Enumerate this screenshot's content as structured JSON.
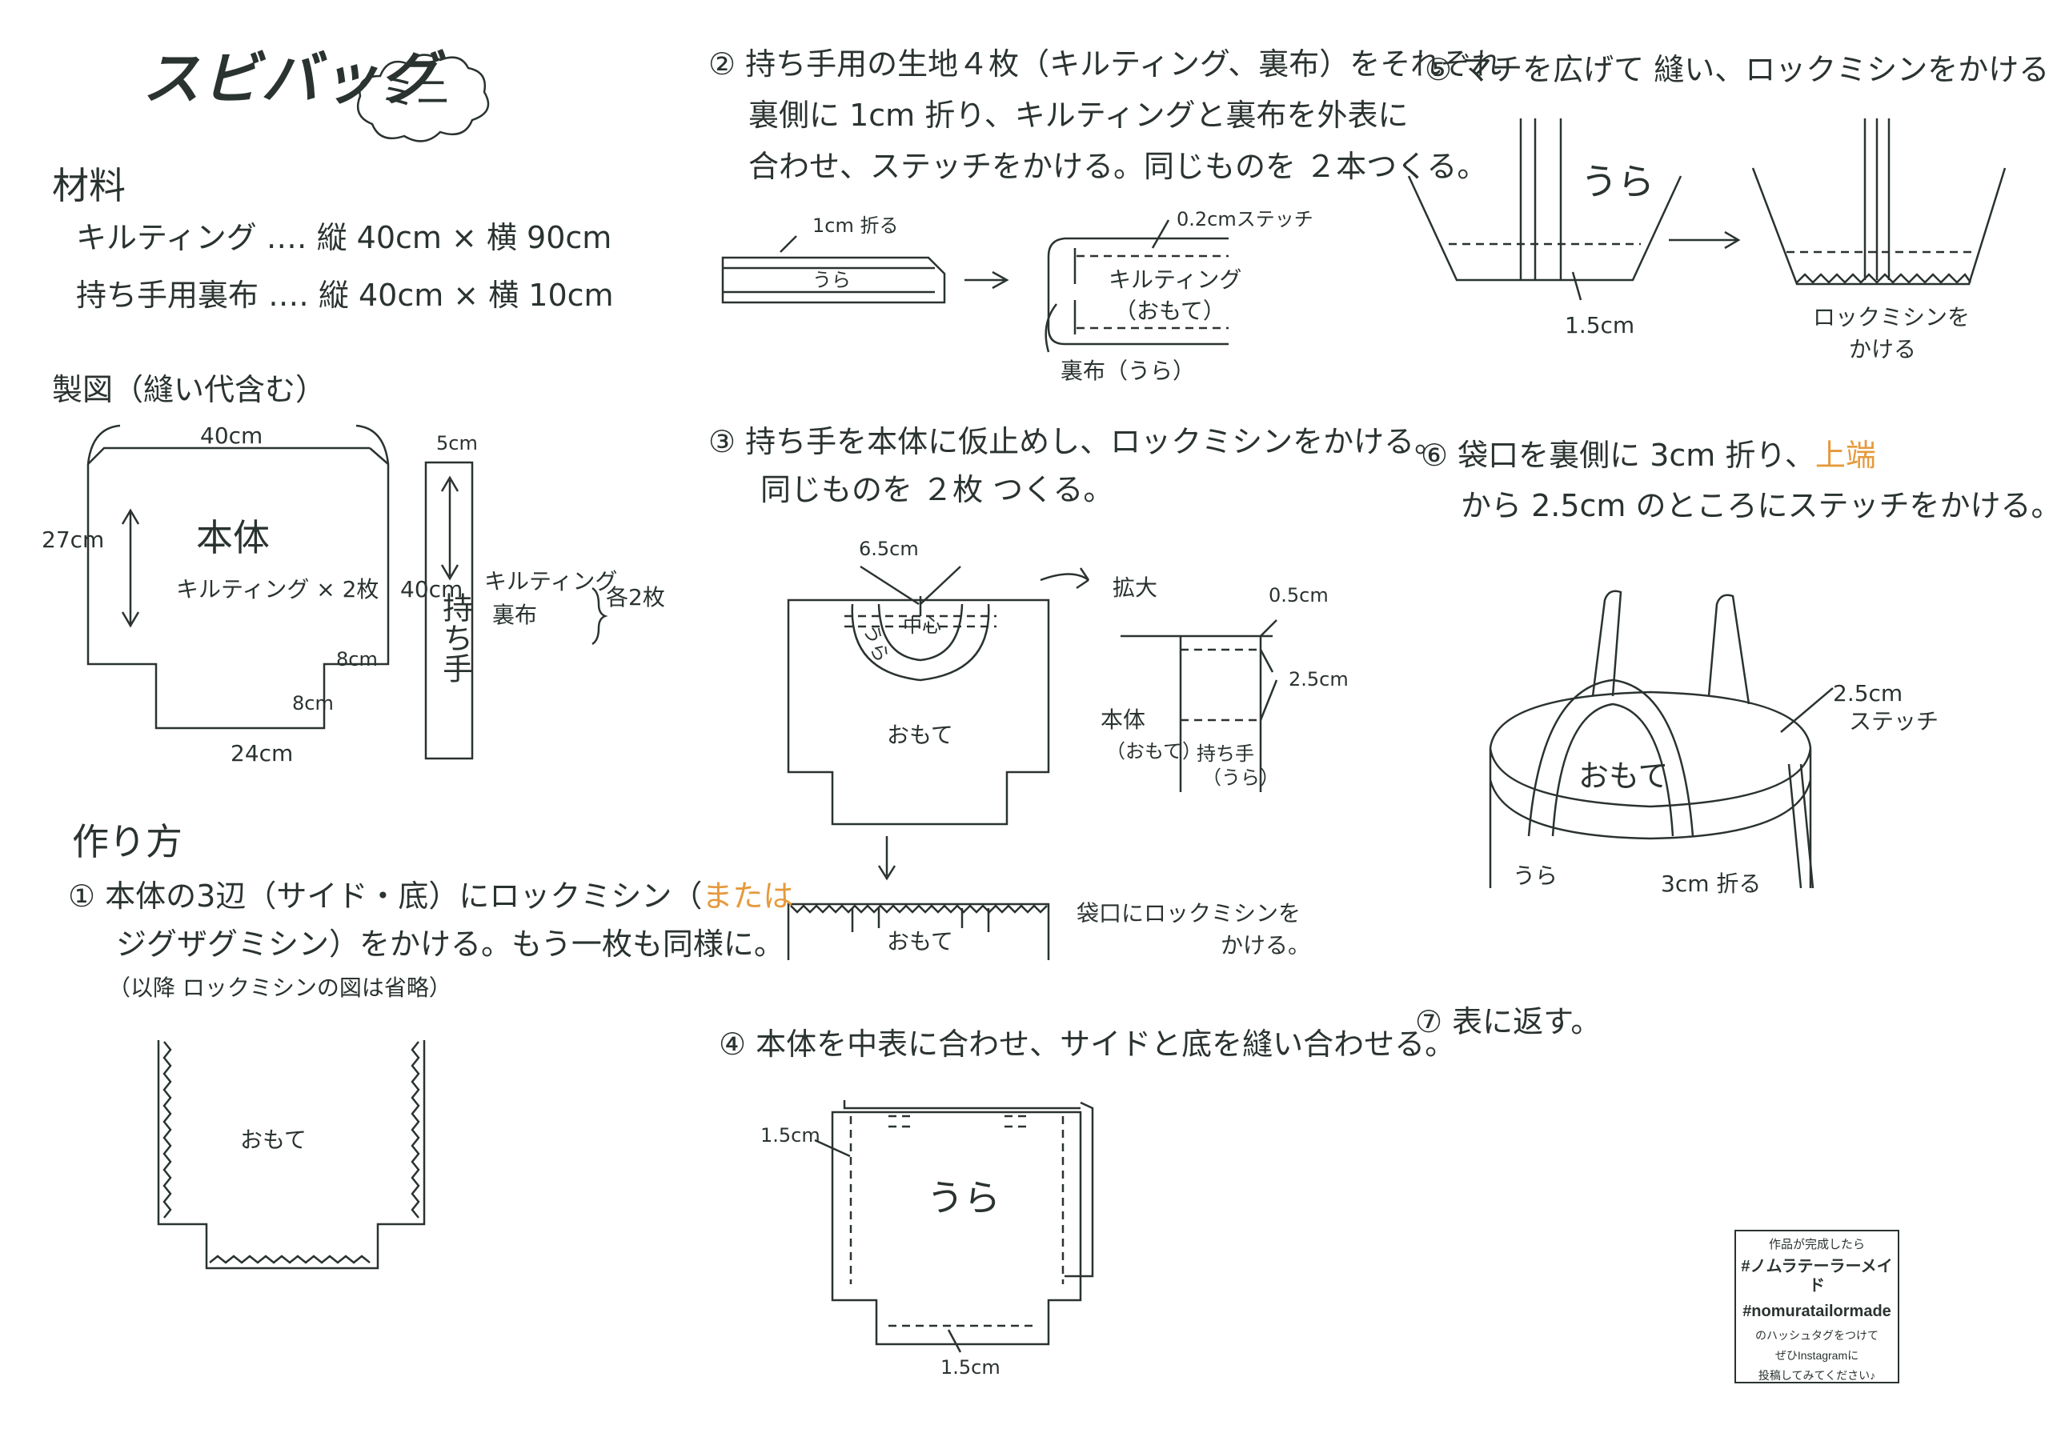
{
  "title": {
    "main": "スビバッグ",
    "sub": "ミニ"
  },
  "materials": {
    "heading": "材料",
    "item1": "キルティング ‥‥ 縦 40cm × 横 90cm",
    "item2": "持ち手用裏布 ‥‥ 縦 40cm × 横 10cm"
  },
  "pattern": {
    "heading": "製図（縫い代含む）",
    "body_width": "40cm",
    "body_height": "27cm",
    "body_label": "本体",
    "body_sub": "キルティング × 2枚",
    "notch_w": "8cm",
    "notch_h": "8cm",
    "bottom_w": "24cm",
    "handle_w": "5cm",
    "handle_len": "40cm",
    "handle_label": "持ち手",
    "handle_mat1": "キルティング",
    "handle_mat2": "裏布",
    "handle_qty": "各2枚"
  },
  "method": {
    "heading": "作り方",
    "step1_a": "① 本体の3辺（サイド・底）にロックミシン（",
    "step1_or": "または",
    "step1_b": "ジグザグミシン）をかける。もう一枚も同様に。",
    "step1_note": "（以降 ロックミシンの図は省略）",
    "step1_fig": "おもて"
  },
  "step2": {
    "line1": "② 持ち手用の生地４枚（キルティング、裏布）をそれぞれ",
    "line2": "裏側に 1cm 折り、キルティングと裏布を外表に",
    "line3": "合わせ、ステッチをかける。同じものを ２本つくる。",
    "fold_label": "1cm 折る",
    "ura": "うら",
    "stitch": "0.2cmステッチ",
    "quilting": "キルティング",
    "omote": "（おもて）",
    "lining": "裏布（うら）"
  },
  "step3": {
    "line1": "③ 持ち手を本体に仮止めし、ロックミシンをかける。",
    "line2": "同じものを ２枚 つくる。",
    "gap": "6.5cm",
    "center": "中心",
    "ura": "うら",
    "omote": "おもて",
    "zoom": "拡大",
    "d1": "0.5cm",
    "d2": "2.5cm",
    "body": "本体",
    "body_omote": "（おもて）",
    "handle": "持ち手",
    "handle_ura": "（うら）",
    "lock1": "袋口にロックミシンを",
    "lock2": "かける。",
    "omote2": "おもて"
  },
  "step4": {
    "line1": "④ 本体を中表に合わせ、サイドと底を縫い合わせる。",
    "side": "1.5cm",
    "bottom": "1.5cm",
    "ura": "うら"
  },
  "step5": {
    "line1": "⑤ マチを広げて 縫い、ロックミシンをかける。",
    "ura": "うら",
    "seam": "1.5cm",
    "lock1": "ロックミシンを",
    "lock2": "かける"
  },
  "step6": {
    "line1_a": "⑥ 袋口を裏側に 3cm 折り、",
    "line1_b": "上端",
    "line2": "から 2.5cm のところにステッチをかける。",
    "stitch1": "2.5cm",
    "stitch2": "ステッチ",
    "omote": "おもて",
    "ura": "うら",
    "fold": "3cm 折る"
  },
  "step7": {
    "line1": "⑦ 表に返す。"
  },
  "hashtag": {
    "l1": "作品が完成したら",
    "l2": "#ノムラテーラーメイド",
    "l3": "#nomuratailormade",
    "l4": "のハッシュタグをつけて",
    "l5": "ぜひInstagramに",
    "l6": "投稿してみてください♪"
  }
}
